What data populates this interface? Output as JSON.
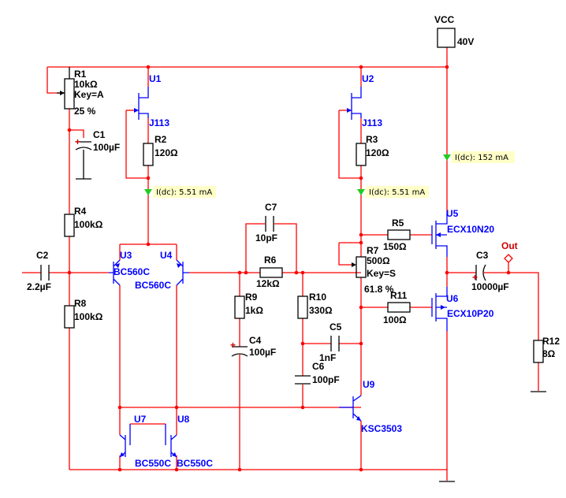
{
  "supply": {
    "name": "VCC",
    "value": "40V"
  },
  "output": {
    "label": "Out"
  },
  "probes": [
    {
      "id": "p1",
      "text": "I(dc): 5.51 mA"
    },
    {
      "id": "p2",
      "text": "I(dc): 5.51 mA"
    },
    {
      "id": "p3",
      "text": "I(dc): 152 mA"
    }
  ],
  "components": {
    "R1": {
      "ref": "R1",
      "value": "10kΩ",
      "key": "Key=A",
      "percent": "25 %"
    },
    "C1": {
      "ref": "C1",
      "value": "100µF"
    },
    "U1": {
      "ref": "U1",
      "model": "J113"
    },
    "R2": {
      "ref": "R2",
      "value": "120Ω"
    },
    "U2": {
      "ref": "U2",
      "model": "J113"
    },
    "R3": {
      "ref": "R3",
      "value": "120Ω"
    },
    "R4": {
      "ref": "R4",
      "value": "100kΩ"
    },
    "C2": {
      "ref": "C2",
      "value": "2.2µF"
    },
    "R8": {
      "ref": "R8",
      "value": "100kΩ"
    },
    "U3": {
      "ref": "U3",
      "model": "BC560C"
    },
    "U4": {
      "ref": "U4",
      "model": "BC560C"
    },
    "C7": {
      "ref": "C7",
      "value": "10pF"
    },
    "R6": {
      "ref": "R6",
      "value": "12kΩ"
    },
    "R9": {
      "ref": "R9",
      "value": "1kΩ"
    },
    "C4": {
      "ref": "C4",
      "value": "100µF"
    },
    "R10": {
      "ref": "R10",
      "value": "330Ω"
    },
    "C5": {
      "ref": "C5",
      "value": "1nF"
    },
    "C6": {
      "ref": "C6",
      "value": "100pF"
    },
    "R5": {
      "ref": "R5",
      "value": "150Ω"
    },
    "R7": {
      "ref": "R7",
      "value": "500Ω",
      "key": "Key=S",
      "percent": "61.8 %"
    },
    "R11": {
      "ref": "R11",
      "value": "100Ω"
    },
    "U5": {
      "ref": "U5",
      "model": "ECX10N20"
    },
    "U6": {
      "ref": "U6",
      "model": "ECX10P20"
    },
    "C3": {
      "ref": "C3",
      "value": "10000µF"
    },
    "R12": {
      "ref": "R12",
      "value": "8Ω"
    },
    "U7": {
      "ref": "U7",
      "model": "BC550C"
    },
    "U8": {
      "ref": "U8",
      "model": "BC550C"
    },
    "U9": {
      "ref": "U9",
      "model": "KSC3503"
    }
  },
  "colors": {
    "wire": "#ff0000",
    "part": "#000000",
    "active": "#0000ff",
    "probe_bg": "#ffffc8",
    "probe_arrow": "#22cc22"
  }
}
